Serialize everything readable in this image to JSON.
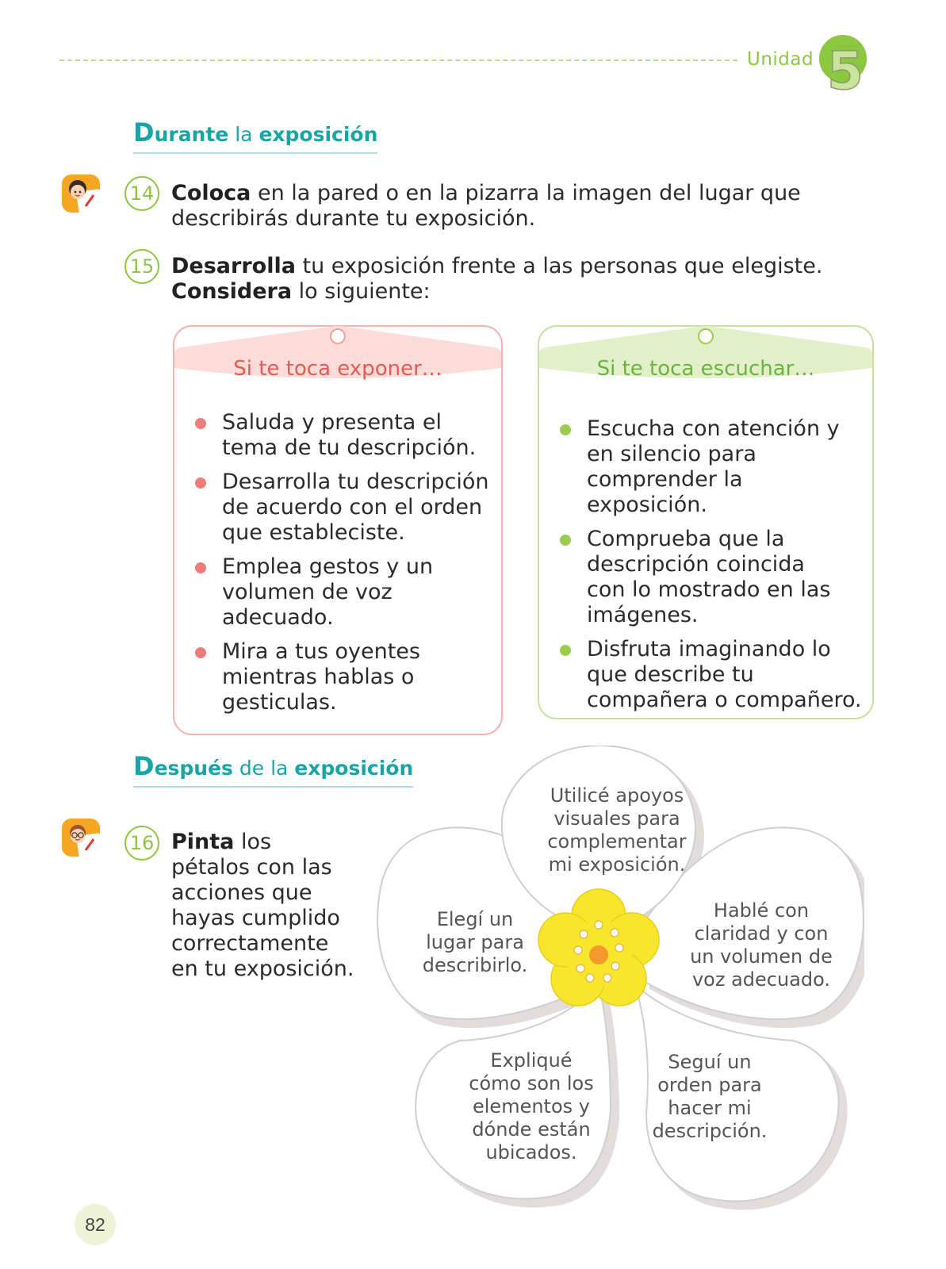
{
  "header": {
    "unit_label": "Unidad",
    "unit_number": "5"
  },
  "section1": {
    "title_cap": "D",
    "title_bold": "urante",
    "title_mid": " la ",
    "title_bold2": "exposición"
  },
  "activity14": {
    "number": "14",
    "bold": "Coloca",
    "rest": " en la pared o en la pizarra la imagen del lugar que",
    "line2": "describirás durante tu exposición."
  },
  "activity15": {
    "number": "15",
    "bold1": "Desarrolla",
    "rest1": " tu exposición frente a las personas que elegiste.",
    "bold2": "Considera",
    "rest2": " lo siguiente:"
  },
  "card_exponer": {
    "title": "Si te toca exponer…",
    "items": [
      "Saluda y presenta el tema de tu descripción.",
      "Desarrolla tu descripción de acuerdo con el orden que estableciste.",
      "Emplea gestos y un volumen de voz adecuado.",
      "Mira a tus oyentes mientras hablas o gesticulas."
    ]
  },
  "card_escuchar": {
    "title": "Si te toca escuchar…",
    "items": [
      "Escucha con atención y en silencio para comprender la exposición.",
      "Comprueba que la descripción coincida con lo mostrado en las imágenes.",
      "Disfruta imaginando lo que describe tu compañera o compañero."
    ]
  },
  "section2": {
    "title_cap": "D",
    "title_bold": "espués",
    "title_mid": " de la ",
    "title_bold2": "exposición"
  },
  "activity16": {
    "number": "16",
    "bold": "Pinta",
    "rest": " los",
    "lines": [
      "pétalos con las",
      "acciones que",
      "hayas cumplido",
      "correctamente",
      "en tu exposición."
    ]
  },
  "petals": {
    "top": [
      "Utilicé apoyos",
      "visuales para",
      "complementar",
      "mi exposición."
    ],
    "left": [
      "Elegí un",
      "lugar para",
      "describirlo."
    ],
    "right": [
      "Hablé con",
      "claridad y con",
      "un volumen de",
      "voz adecuado."
    ],
    "bottom_left": [
      "Expliqué",
      "cómo son los",
      "elementos y",
      "dónde están",
      "ubicados."
    ],
    "bottom_right": [
      "Seguí un",
      "orden para",
      "hacer mi",
      "descripción."
    ]
  },
  "colors": {
    "teal": "#19a5a5",
    "green": "#8dc63f",
    "red": "#e65a55",
    "flower_yellow": "#f7e62b",
    "flower_center": "#f39a2b"
  },
  "page_number": "82"
}
